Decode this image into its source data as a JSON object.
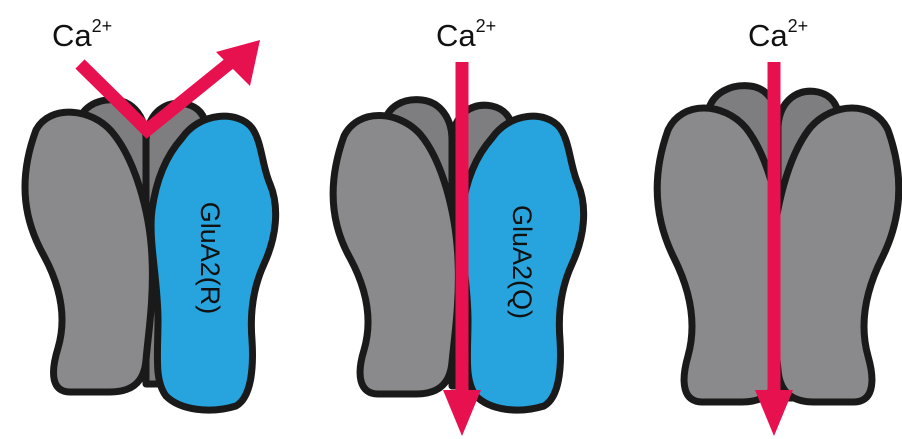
{
  "ion": {
    "base": "Ca",
    "charge": "2+"
  },
  "channels": [
    {
      "subunit_label": "GluA2(R)",
      "permeable": false
    },
    {
      "subunit_label": "GluA2(Q)",
      "permeable": true
    },
    {
      "subunit_label": "",
      "permeable": true
    }
  ],
  "colors": {
    "arrow": "#e8114f",
    "gluA2_subunit": "#27a4dd",
    "other_subunits": "#8a8a8c",
    "outline": "#1a1a1a"
  }
}
